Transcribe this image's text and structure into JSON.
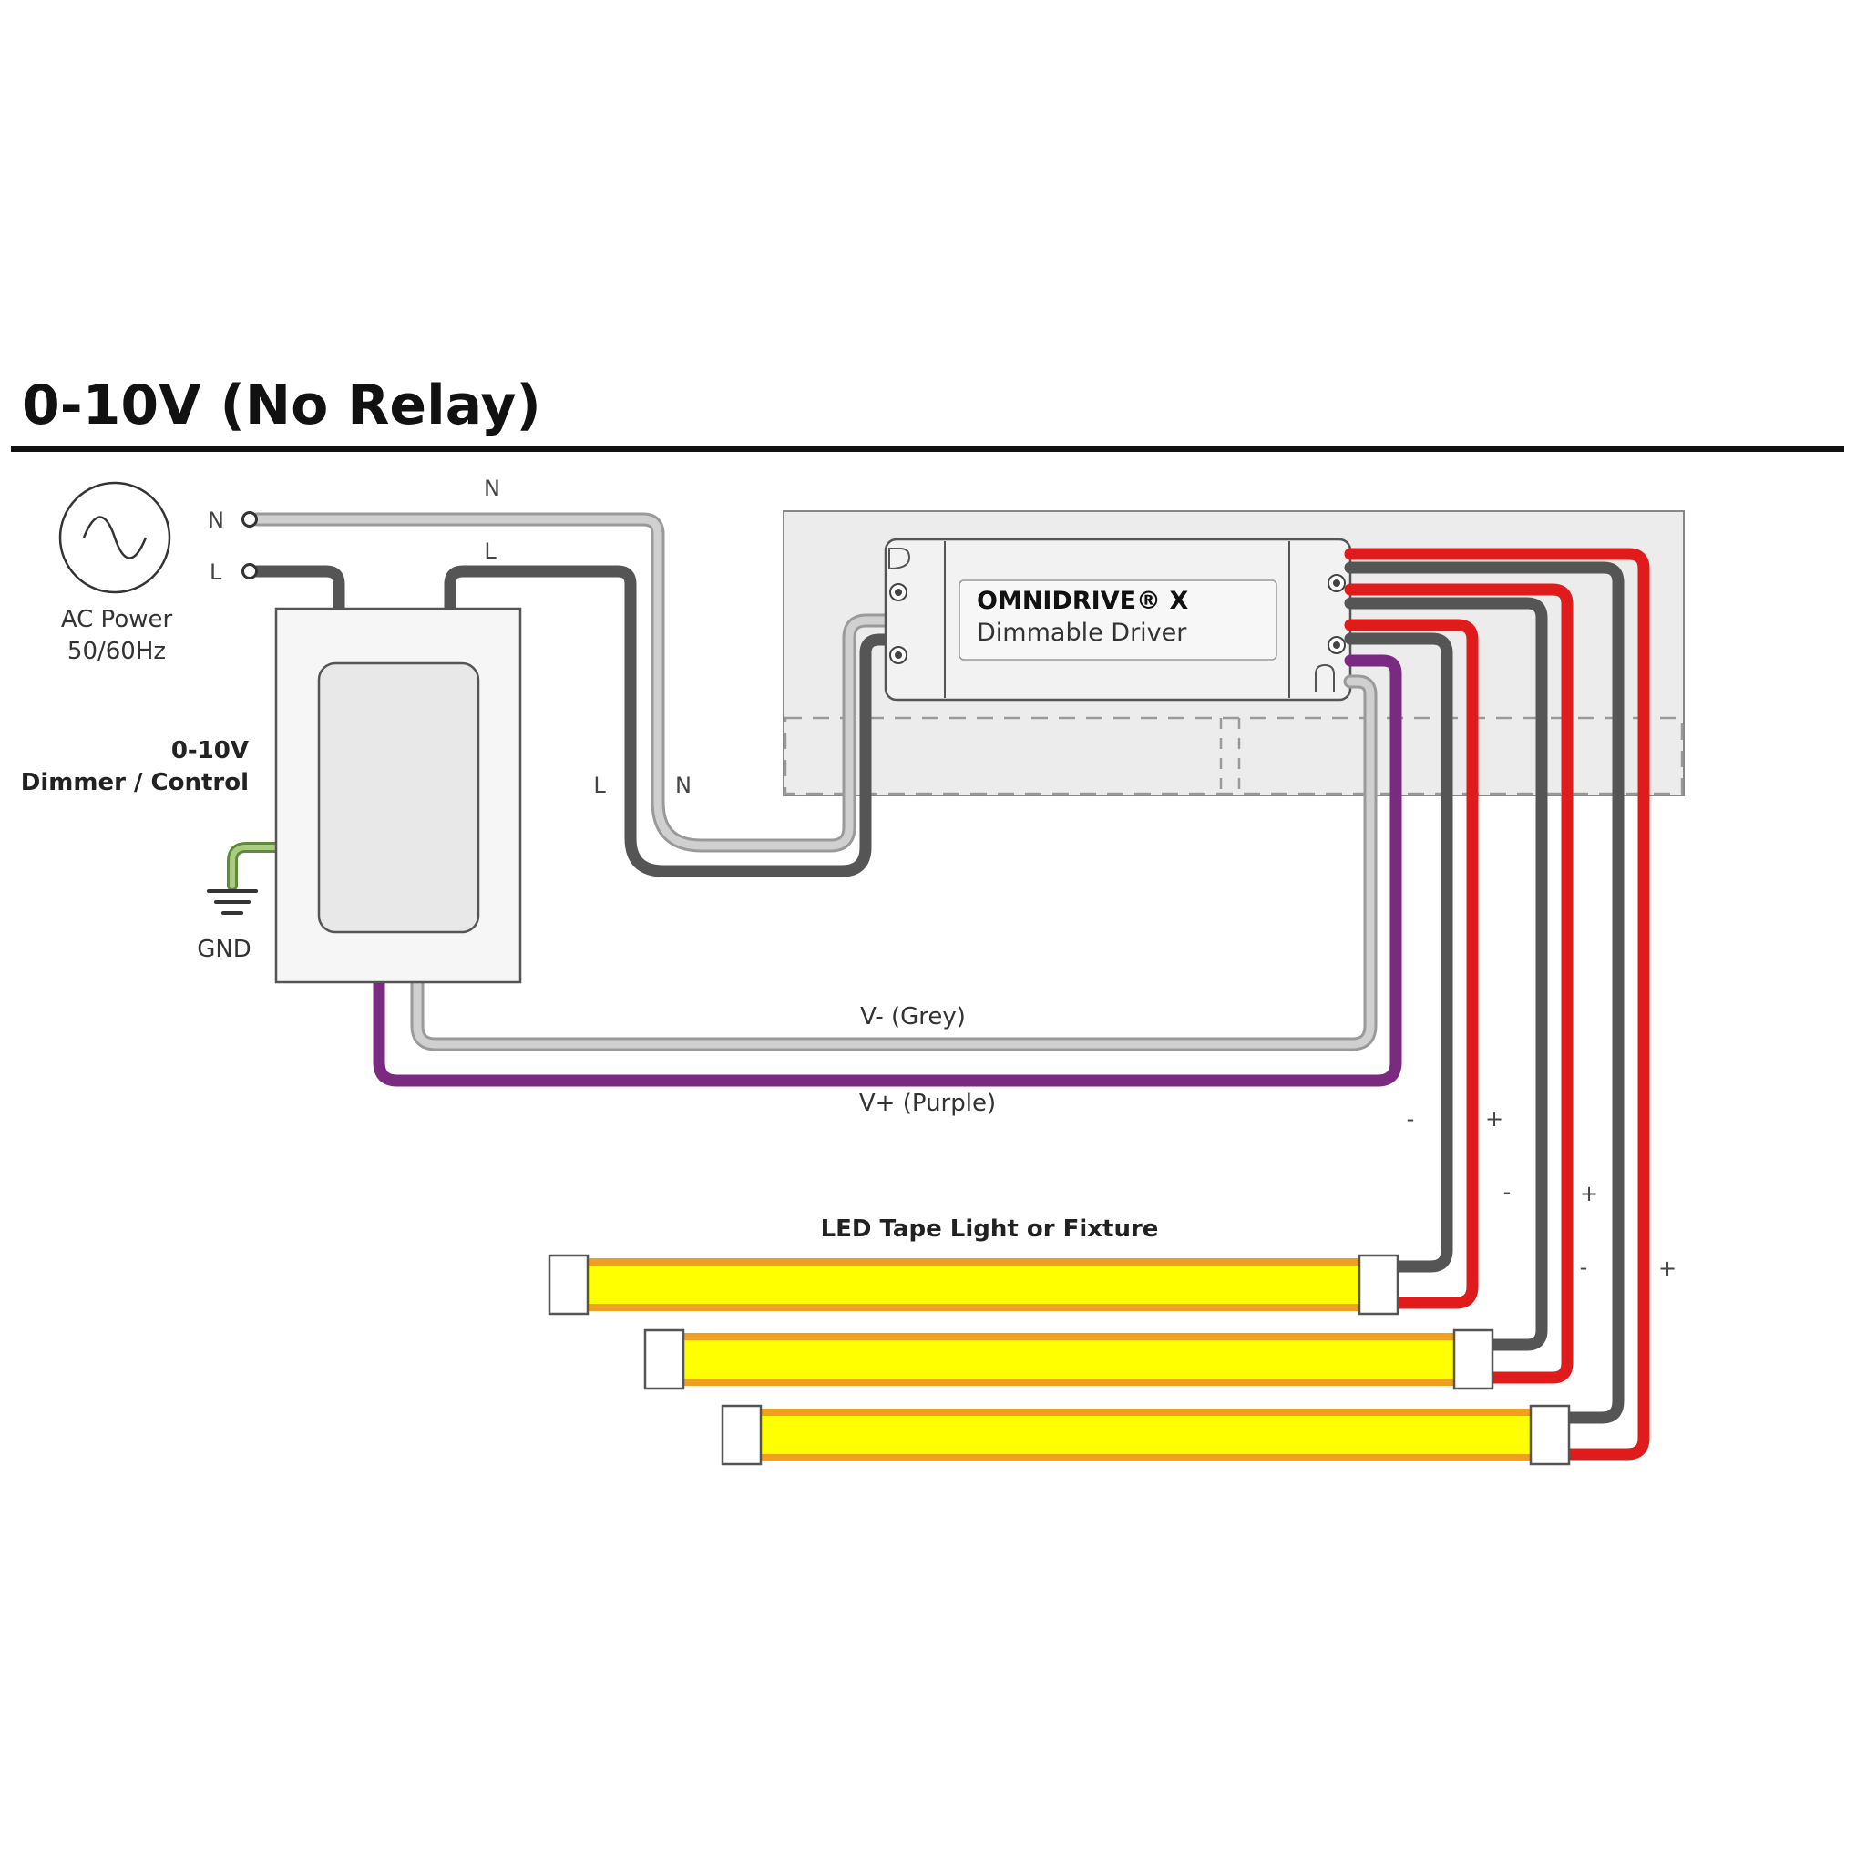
{
  "title": "0-10V (No Relay)",
  "ac_power": {
    "line1": "AC Power",
    "line2": "50/60Hz",
    "terminal_n": "N",
    "terminal_l": "L"
  },
  "wire_labels": {
    "n_top": "N",
    "l_top": "L",
    "l_drop": "L",
    "n_drop": "N"
  },
  "dimmer": {
    "line1": "0-10V",
    "line2": "Dimmer / Control"
  },
  "ground": {
    "label": "GND"
  },
  "driver": {
    "name": "OMNIDRIVE® X",
    "subtitle": "Dimmable Driver"
  },
  "signal_wires": {
    "v_minus": "V- (Grey)",
    "v_plus": "V+ (Purple)"
  },
  "led": {
    "label": "LED Tape Light or Fixture"
  },
  "polarity": {
    "minus": "-",
    "plus": "+"
  },
  "colors": {
    "wire_red": "#e01b1b",
    "wire_dark": "#555555",
    "wire_grey": "#b8b8b8",
    "wire_purple": "#7a2a80",
    "wire_ground": "#8aae60",
    "led_yellow": "#ffff00",
    "led_orange": "#f0a020"
  }
}
